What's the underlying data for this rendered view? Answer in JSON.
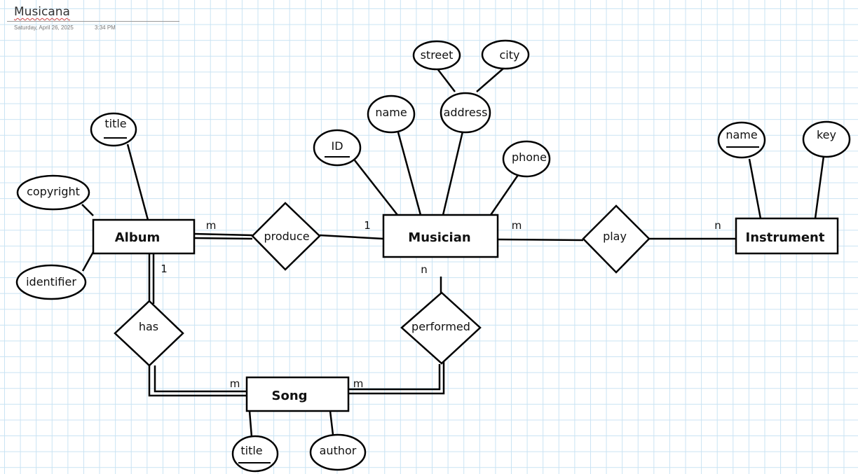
{
  "page": {
    "title": "Musicana",
    "date": "Saturday, April 26, 2025",
    "time": "3:34 PM"
  },
  "entities": {
    "album": "Album",
    "musician": "Musician",
    "instrument": "Instrument",
    "song": "Song"
  },
  "relationships": {
    "produce": "produce",
    "play": "play",
    "has": "has",
    "performed": "performed"
  },
  "attributes": {
    "album_title": "title",
    "album_copyright": "copyright",
    "album_identifier": "identifier",
    "musician_id": "ID",
    "musician_name": "name",
    "musician_address": "address",
    "address_street": "street",
    "address_city": "city",
    "musician_phone": "phone",
    "instrument_name": "name",
    "instrument_key": "key",
    "song_title": "title",
    "song_author": "author"
  },
  "cardinalities": {
    "album_produce": "m",
    "musician_produce": "1",
    "musician_play": "m",
    "instrument_play": "n",
    "album_has": "1",
    "musician_performed": "n",
    "song_has": "m",
    "song_performed": "m"
  }
}
